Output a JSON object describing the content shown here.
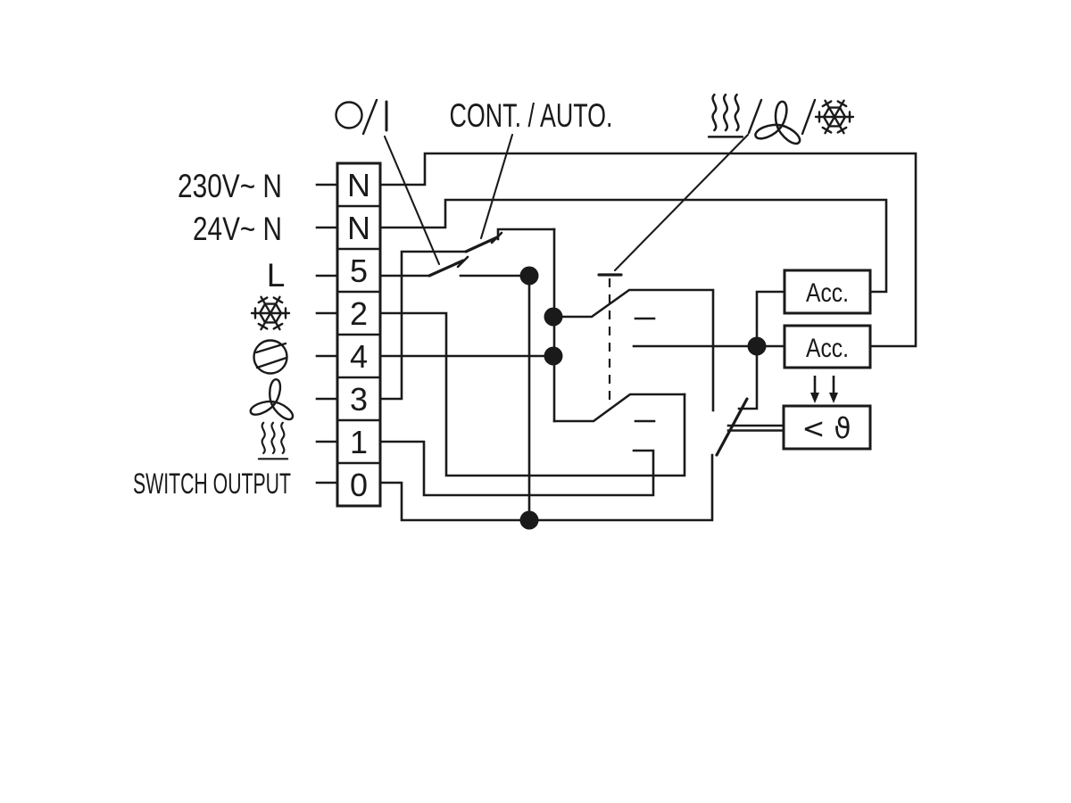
{
  "diagram": {
    "type": "wiring-schematic",
    "colors": {
      "ink": "#1a1a1a",
      "background": "#ffffff"
    },
    "top_labels": {
      "on_off": "O/I",
      "cont_auto": "CONT. / AUTO.",
      "mode_icons": [
        "heating",
        "fan",
        "cooling"
      ]
    },
    "left_labels": {
      "supply_230": "230V~ N",
      "supply_24": "24V~ N",
      "line": "L",
      "switch_output": "SWITCH OUTPUT",
      "row_icons": [
        "cooling-snowflake",
        "pump",
        "fan",
        "heating"
      ]
    },
    "terminals": {
      "labels": [
        "N",
        "N",
        "5",
        "2",
        "4",
        "3",
        "1",
        "0"
      ]
    },
    "components": {
      "acc_top": "Acc.",
      "acc_bottom": "Acc.",
      "thermostat": "< ϑ"
    },
    "junctions": {
      "count": 5
    }
  }
}
